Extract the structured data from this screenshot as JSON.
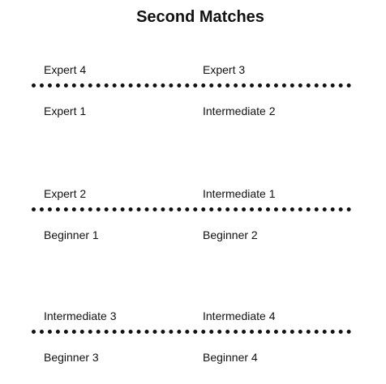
{
  "title": "Second Matches",
  "matches": [
    {
      "top_left": "Expert 4",
      "top_right": "Expert 3",
      "bottom_left": "Expert 1",
      "bottom_right": "Intermediate 2"
    },
    {
      "top_left": "Expert 2",
      "top_right": "Intermediate 1",
      "bottom_left": "Beginner 1",
      "bottom_right": "Beginner 2"
    },
    {
      "top_left": "Intermediate 3",
      "top_right": "Intermediate 4",
      "bottom_left": "Beginner 3",
      "bottom_right": "Beginner 4"
    }
  ]
}
